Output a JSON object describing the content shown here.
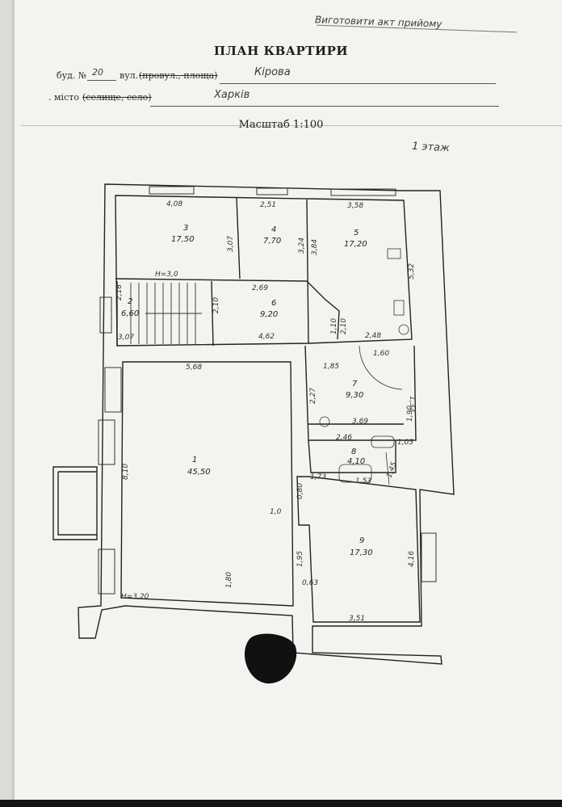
{
  "header": {
    "stamp": "Виготовити акт прийому",
    "title": "ПЛАН КВАРТИРИ",
    "building_label": "буд. №",
    "building_number": "20",
    "street_label": "вул.",
    "street_struck": "(провул., площа)",
    "street_value": "Кірова",
    "city_label": ". місто",
    "city_struck": "(селище, село)",
    "city_value": "Харків",
    "scale": "Масштаб 1:100",
    "floor": "1 этаж"
  },
  "plan": {
    "rooms": [
      {
        "id": "1",
        "area": "45,50"
      },
      {
        "id": "2",
        "area": "6,60"
      },
      {
        "id": "3",
        "area": "17,50"
      },
      {
        "id": "4",
        "area": "7,70"
      },
      {
        "id": "5",
        "area": "17,20"
      },
      {
        "id": "6",
        "area": "9,20"
      },
      {
        "id": "7",
        "area": "9,30"
      },
      {
        "id": "8",
        "area": "4,10"
      },
      {
        "id": "9",
        "area": "17,30"
      }
    ],
    "dimensions": {
      "d408": "4,08",
      "d251": "2,51",
      "d358": "3,58",
      "d307a": "3,07",
      "d324": "3,24",
      "d384": "3,84",
      "d532": "5,32",
      "h30": "H=3,0",
      "d218": "2,18",
      "d269": "2,69",
      "d210": "2,10",
      "d307b": "3,07",
      "d462": "4,62",
      "d248": "2,48",
      "d110": "1,10",
      "d210b": "2,10",
      "d568": "5,68",
      "d160": "1,60",
      "d185": "1,85",
      "d227": "2,27",
      "d133": "1,33",
      "d190": "1,90",
      "d369": "3,69",
      "d246": "2,46",
      "d103": "1,03",
      "d173": "1,73",
      "d153": "1,53",
      "d145": "1,45",
      "d810": "8,10",
      "d100": "1,0",
      "d180": "1,80",
      "h320": "H=3,20",
      "d080": "0,80",
      "d195": "1,95",
      "d063": "0,63",
      "d416": "4,16",
      "d351": "3,51"
    }
  }
}
